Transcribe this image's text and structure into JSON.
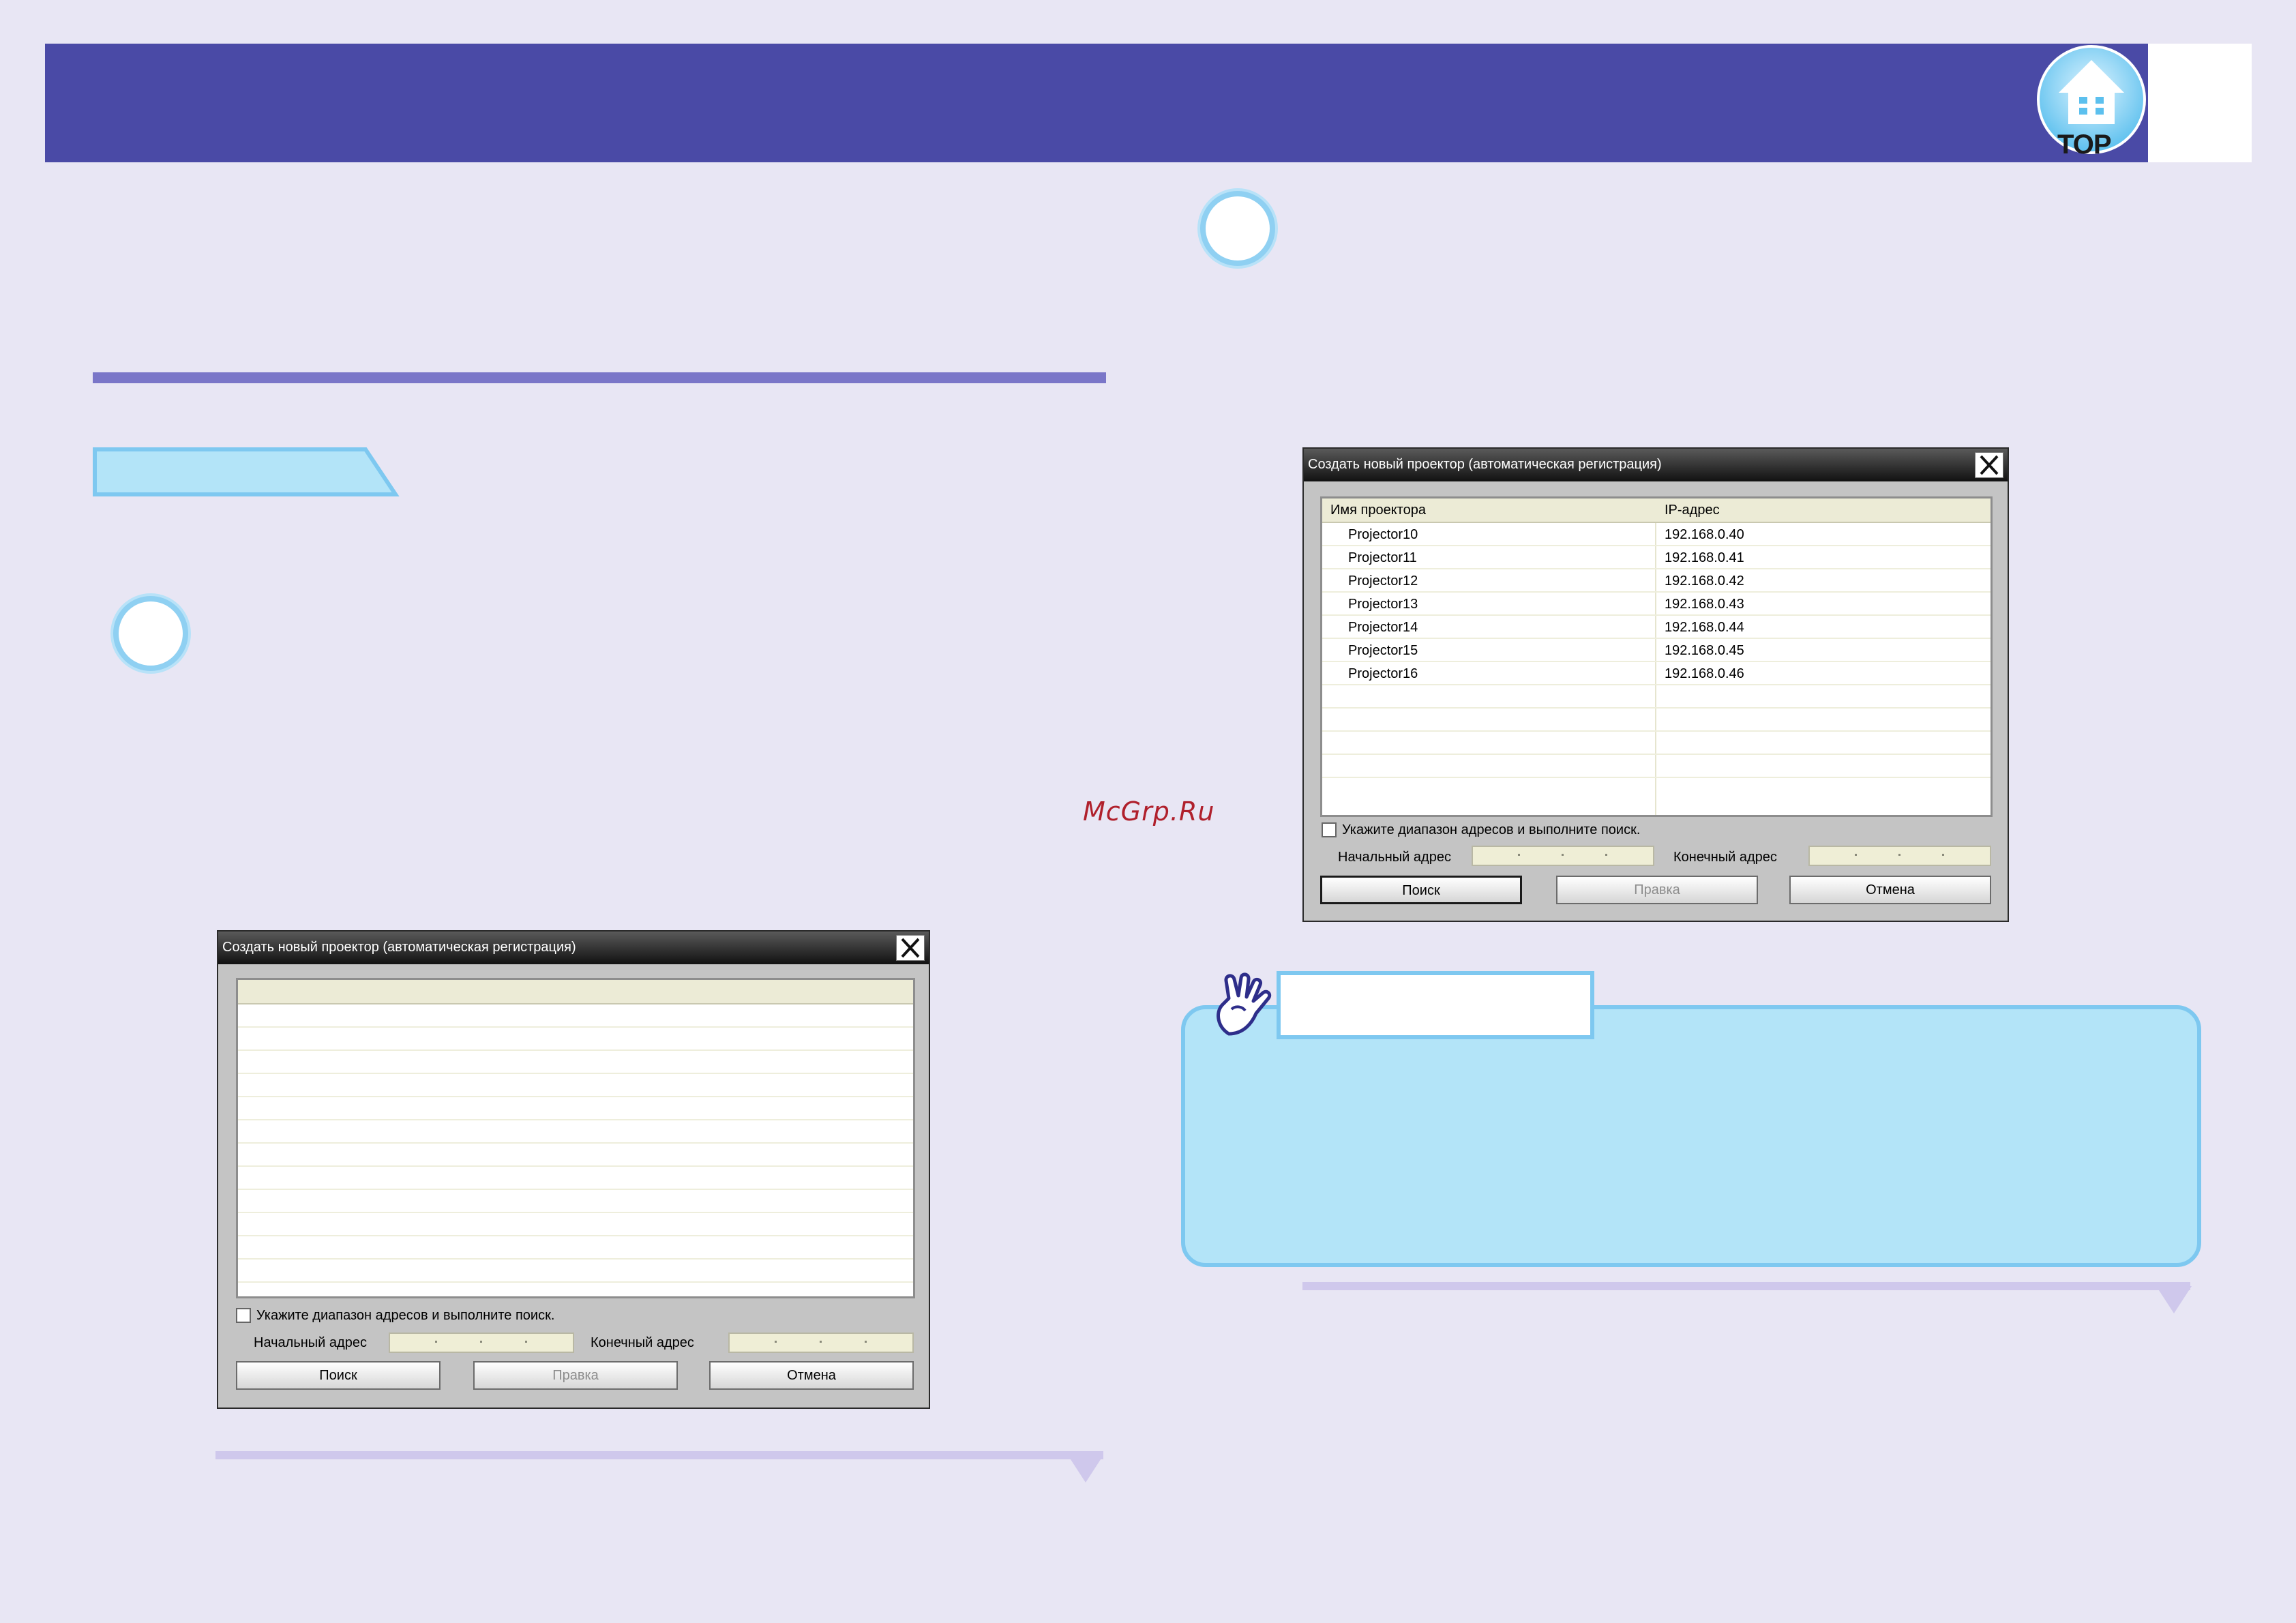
{
  "header": {
    "logo_text": "TOP"
  },
  "watermark": "McGrp.Ru",
  "dialog_empty": {
    "title": "Создать новый проектор (автоматическая регистрация)",
    "range_checkbox_label": "Укажите диапазон адресов и выполните поиск.",
    "start_address_label": "Начальный адрес",
    "end_address_label": "Конечный адрес",
    "buttons": {
      "search": "Поиск",
      "edit": "Правка",
      "cancel": "Отмена"
    }
  },
  "dialog_results": {
    "title": "Создать новый проектор (автоматическая регистрация)",
    "columns": {
      "name": "Имя проектора",
      "ip": "IP-адрес"
    },
    "rows": [
      {
        "name": "Projector10",
        "ip": "192.168.0.40"
      },
      {
        "name": "Projector11",
        "ip": "192.168.0.41"
      },
      {
        "name": "Projector12",
        "ip": "192.168.0.42"
      },
      {
        "name": "Projector13",
        "ip": "192.168.0.43"
      },
      {
        "name": "Projector14",
        "ip": "192.168.0.44"
      },
      {
        "name": "Projector15",
        "ip": "192.168.0.45"
      },
      {
        "name": "Projector16",
        "ip": "192.168.0.46"
      }
    ],
    "range_checkbox_label": "Укажите диапазон адресов и выполните поиск.",
    "start_address_label": "Начальный адрес",
    "end_address_label": "Конечный адрес",
    "buttons": {
      "search": "Поиск",
      "edit": "Правка",
      "cancel": "Отмена"
    }
  },
  "icons": {
    "logo": "home-projector-logo-icon",
    "tip": "pointing-hand-icon",
    "close": "close-icon"
  },
  "colors": {
    "header": "#4a4aa6",
    "accent_light_blue": "#b3e4f8",
    "rule": "#7a76c8"
  }
}
